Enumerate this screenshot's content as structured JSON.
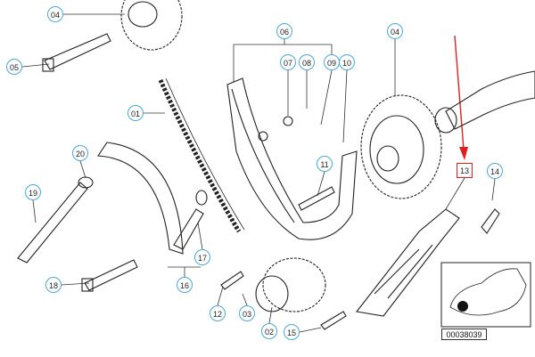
{
  "labels": [
    "04",
    "05",
    "06",
    "07",
    "08",
    "09",
    "10",
    "01",
    "20",
    "19",
    "11",
    "04",
    "14",
    "17",
    "16",
    "18",
    "12",
    "03",
    "02",
    "15"
  ],
  "highlight_label": "13",
  "reference_number": "00038039",
  "colors": {
    "label_ring": "#4aa8d8",
    "highlight": "#e02020"
  }
}
